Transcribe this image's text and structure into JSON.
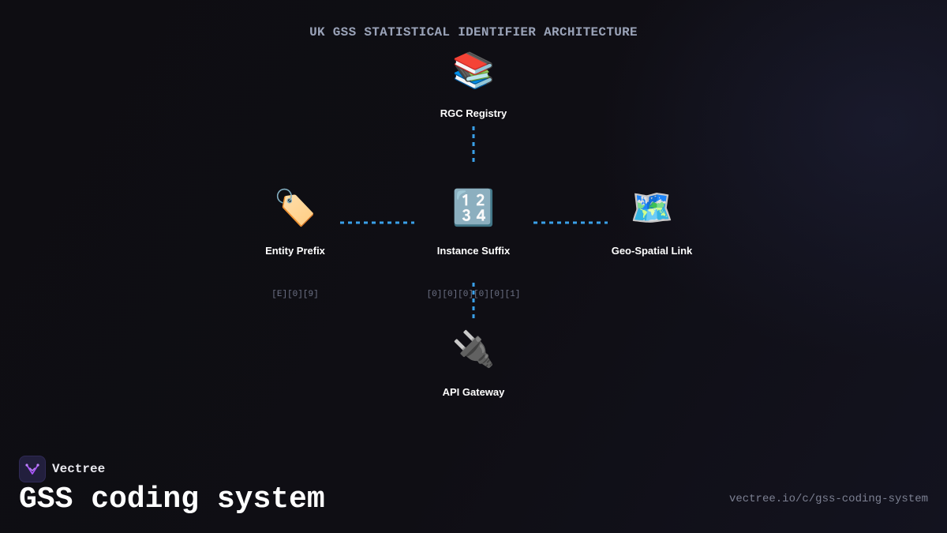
{
  "diagram": {
    "title": "UK GSS STATISTICAL IDENTIFIER ARCHITECTURE",
    "nodes": {
      "registry": {
        "icon": "📚",
        "icon_name": "books-icon",
        "label": "RGC Registry"
      },
      "prefix": {
        "icon": "🏷️",
        "icon_name": "tag-icon",
        "label": "Entity Prefix"
      },
      "suffix": {
        "icon": "🔢",
        "icon_name": "numbers-icon",
        "label": "Instance Suffix"
      },
      "geo": {
        "icon": "🗺️",
        "icon_name": "world-map-icon",
        "label": "Geo-Spatial Link"
      },
      "gateway": {
        "icon": "🔌",
        "icon_name": "plug-icon",
        "label": "API Gateway"
      }
    },
    "codes": {
      "prefix": "[E][0][9]",
      "suffix": "[0][0][0][0][0][1]"
    },
    "connector_color": "#3aa0e8"
  },
  "footer": {
    "brand_name": "Vectree",
    "title": "GSS coding system",
    "url": "vectree.io/c/gss-coding-system"
  },
  "colors": {
    "background": "#0e0d12",
    "accent": "#3aa0e8",
    "logo": "#a855f7"
  }
}
